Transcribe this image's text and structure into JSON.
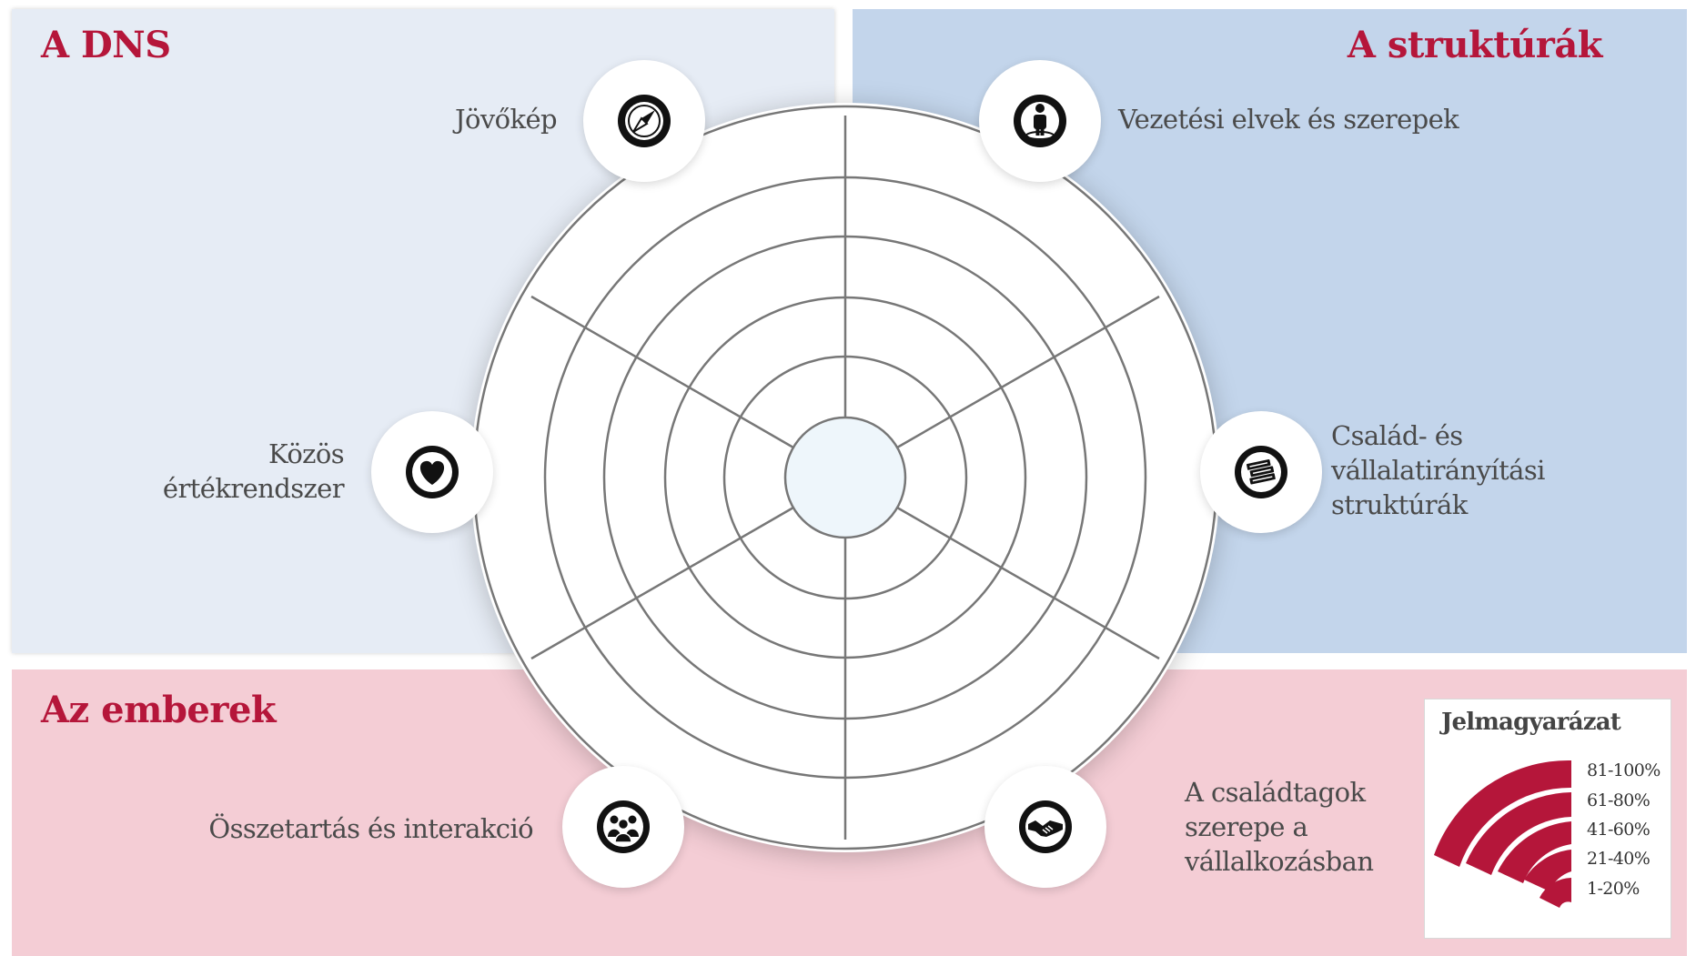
{
  "sections": {
    "dns": "A DNS",
    "structures": "A struktúrák",
    "people": "Az emberek"
  },
  "segments": {
    "vision": "Jövőkép",
    "leadership": "Vezetési elvek és szerepek",
    "values": [
      "Közös",
      "értékrendszer"
    ],
    "governance": [
      "Család- és",
      "vállalatirányítási",
      "struktúrák"
    ],
    "cohesion": "Összetartás és interakció",
    "roles": [
      "A családtagok",
      "szerepe a",
      "vállalkozásban"
    ]
  },
  "icons": {
    "vision": "compass-icon",
    "leadership": "person-icon",
    "values": "heart-icon",
    "governance": "books-icon",
    "cohesion": "group-icon",
    "roles": "handshake-icon"
  },
  "legend": {
    "title": "Jelmagyarázat",
    "levels": [
      "81-100%",
      "61-80%",
      "41-60%",
      "21-40%",
      "1-20%"
    ]
  },
  "colors": {
    "accent": "#b5163a",
    "dns_panel": "#e6ecf5",
    "structures_panel": "#c3d5eb",
    "people_panel": "#f4cdd5",
    "wheel_lines": "#777777",
    "center": "#eef6fb"
  }
}
